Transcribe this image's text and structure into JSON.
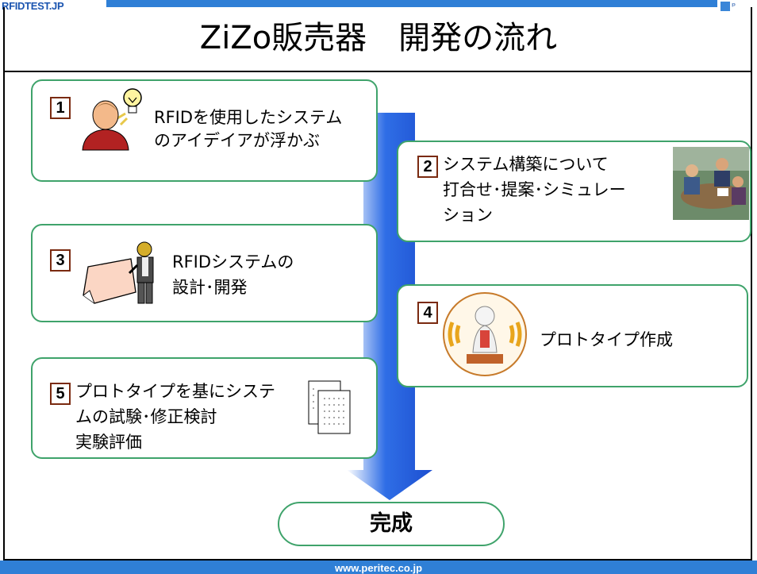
{
  "header": {
    "brand": "RFIDTEST.JP",
    "title": "ZiZo販売器　開発の流れ"
  },
  "steps": [
    {
      "num": "1",
      "lines": [
        "RFIDを使用したシステム",
        "のアイデイアが浮かぶ"
      ],
      "icon": "person-lightbulb-icon"
    },
    {
      "num": "2",
      "lines": [
        "システム構築について",
        "打合せ･提案･シミュレー",
        "ション"
      ],
      "icon": "meeting-photo-icon"
    },
    {
      "num": "3",
      "lines": [
        "RFIDシステムの",
        "設計･開発"
      ],
      "icon": "presenter-board-icon"
    },
    {
      "num": "4",
      "lines": [
        "プロトタイプ作成"
      ],
      "icon": "zizo-device-icon"
    },
    {
      "num": "5",
      "lines": [
        "プロトタイプを基にシステ",
        "ムの試験･修正検討",
        "実験評価"
      ],
      "icon": "documents-icon"
    }
  ],
  "final_label": "完成",
  "footer": {
    "url": "www.peritec.co.jp"
  },
  "colors": {
    "accent_blue": "#2f7fd6",
    "box_border": "#3fa36b",
    "number_border": "#7a2a10"
  }
}
